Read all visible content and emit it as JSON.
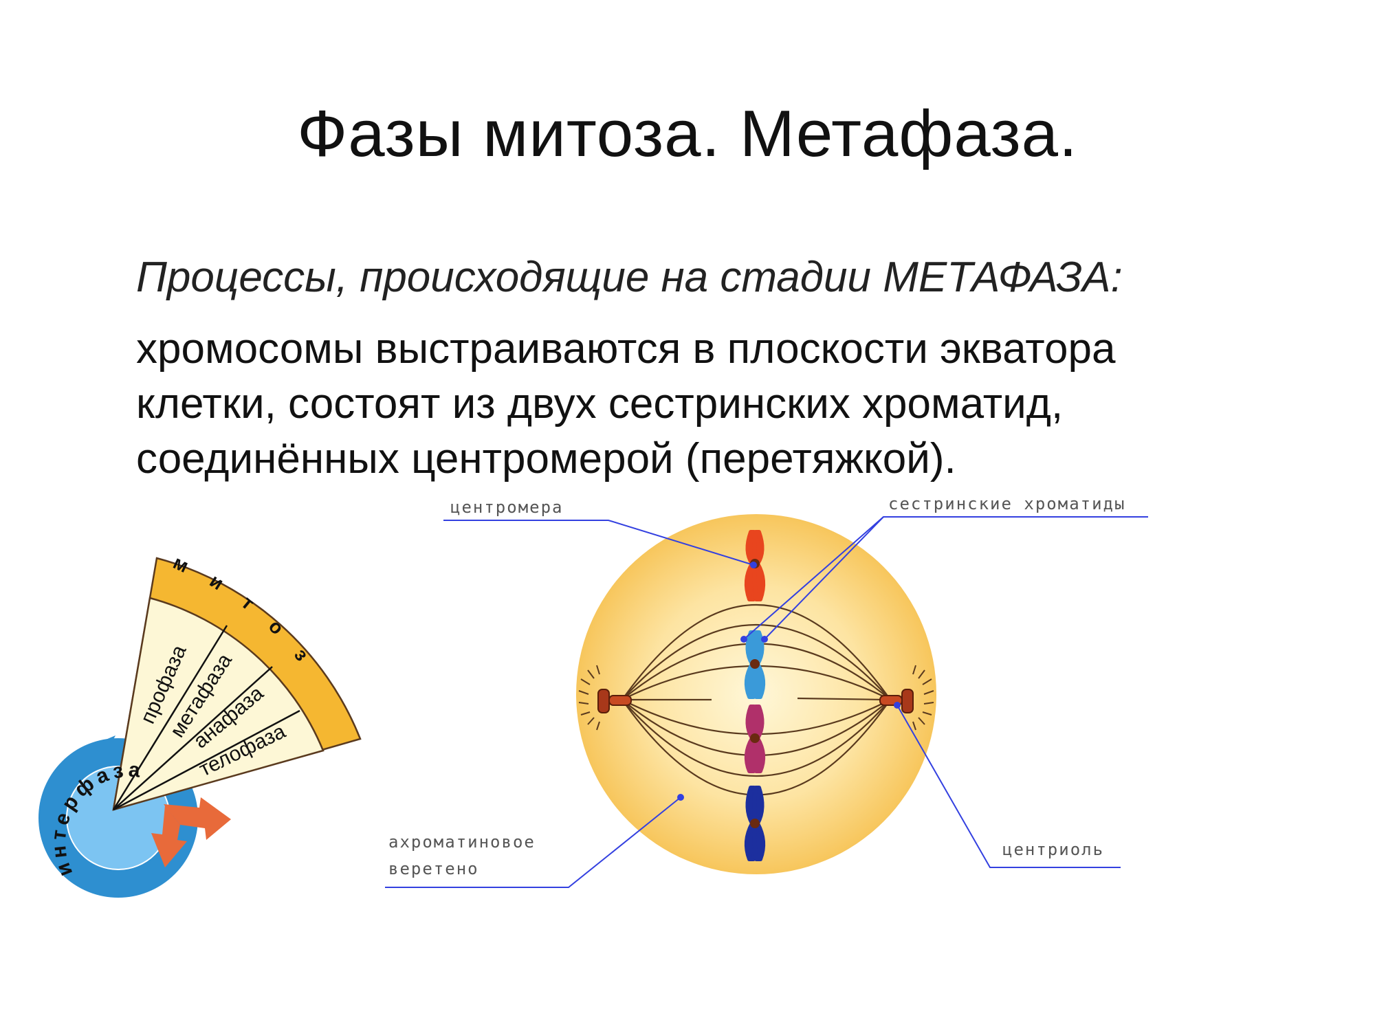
{
  "slide": {
    "title": "Фазы митоза. Метафаза.",
    "subtitle": "Процессы, происходящие на стадии МЕТАФАЗА:",
    "body_lines": [
      "хромосомы выстраиваются в плоскости  экватора",
      "клетки, состоят из двух сестринских хроматид,",
      "соединённых центромерой (перетяжкой)."
    ]
  },
  "cell_diagram": {
    "labels": {
      "centromere": "центромера",
      "sister_chromatids": "сестринские хроматиды",
      "spindle_line1": "ахроматиновое",
      "spindle_line2": "веретено",
      "centriole": "центриоль"
    },
    "chromosome_colors": [
      "#e8451e",
      "#3a9ad9",
      "#b0306a",
      "#1c2f9e"
    ],
    "cell_fill": "#fbd98a",
    "leader_line_color": "#3340e0"
  },
  "cycle_wheel": {
    "outer_label": "митоз",
    "phases": [
      "профаза",
      "метафаза",
      "анафаза",
      "телофаза"
    ],
    "highlighted_phase": "метафаза",
    "interphase_label": "интерфаза",
    "colors": {
      "outer_ring": "#f5b731",
      "sector": "#fdf7d6",
      "highlight_text": "#e8451e",
      "interphase_ring": "#2e8fd0",
      "interphase_inner": "#7cc4f2",
      "arrow": "#e86a3a"
    }
  }
}
